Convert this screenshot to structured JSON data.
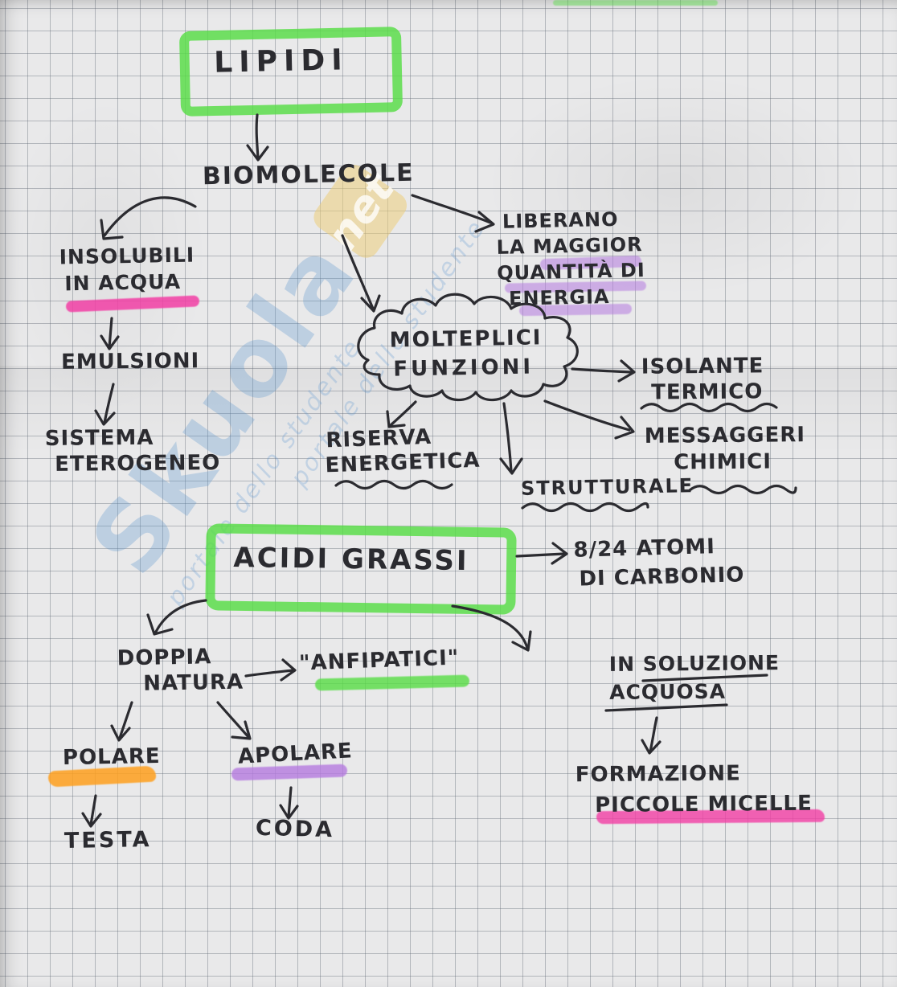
{
  "page": {
    "kind": "handwritten concept map on squared paper",
    "language": "it",
    "subject": "LIPIDI"
  },
  "watermark": {
    "brand": "Skuola",
    "suffix": "net",
    "tagline": "portale dello studente"
  },
  "colors": {
    "ink": "#2B2B30",
    "green_marker": "#57DD45",
    "pink_marker": "#F23FA5",
    "purple_marker": "#B57BE0",
    "orange_marker": "#FFA01E",
    "watermark_blue": "#7FB3DC",
    "paper": "#E9E9EA"
  },
  "nodes": {
    "lipidi": {
      "label": "LIPIDI"
    },
    "biomolecole": {
      "label": "BIOMOLECOLE"
    },
    "liberano": {
      "lines": [
        "LIBERANO",
        "LA MAGGIOR",
        "QUANTITÀ DI",
        "ENERGIA"
      ]
    },
    "insolubili": {
      "lines": [
        "INSOLUBILI",
        "IN ACQUA"
      ]
    },
    "emulsioni": {
      "label": "EMULSIONI"
    },
    "sistema": {
      "lines": [
        "SISTEMA",
        "ETEROGENEO"
      ]
    },
    "funzioni": {
      "lines": [
        "MOLTEPLICI",
        "FUNZIONI"
      ]
    },
    "isolante": {
      "lines": [
        "ISOLANTE",
        "TERMICO"
      ]
    },
    "riserva": {
      "lines": [
        "RISERVA",
        "ENERGETICA"
      ]
    },
    "strutturale": {
      "label": "STRUTTURALE"
    },
    "messaggeri": {
      "lines": [
        "MESSAGGERI",
        "CHIMICI"
      ]
    },
    "acidi_grassi": {
      "label": "ACIDI GRASSI"
    },
    "atomi": {
      "lines": [
        "8/24 ATOMI",
        "DI CARBONIO"
      ]
    },
    "doppia_natura": {
      "lines": [
        "DOPPIA",
        "NATURA"
      ]
    },
    "anfipatici": {
      "label": "\"ANFIPATICI\""
    },
    "in_soluzione": {
      "lines": [
        "IN SOLUZIONE",
        "ACQUOSA"
      ]
    },
    "polare": {
      "label": "POLARE"
    },
    "testa": {
      "label": "TESTA"
    },
    "apolare": {
      "label": "APOLARE"
    },
    "coda": {
      "label": "CODA"
    },
    "formazione": {
      "lines": [
        "FORMAZIONE",
        "PICCOLE MICELLE"
      ]
    }
  },
  "edges": [
    {
      "from": "lipidi",
      "to": "biomolecole"
    },
    {
      "from": "biomolecole",
      "to": "liberano"
    },
    {
      "from": "biomolecole",
      "to": "insolubili"
    },
    {
      "from": "biomolecole",
      "to": "funzioni"
    },
    {
      "from": "insolubili",
      "to": "emulsioni"
    },
    {
      "from": "emulsioni",
      "to": "sistema"
    },
    {
      "from": "funzioni",
      "to": "isolante"
    },
    {
      "from": "funzioni",
      "to": "riserva"
    },
    {
      "from": "funzioni",
      "to": "strutturale"
    },
    {
      "from": "funzioni",
      "to": "messaggeri"
    },
    {
      "from": "acidi_grassi",
      "to": "atomi"
    },
    {
      "from": "acidi_grassi",
      "to": "doppia_natura"
    },
    {
      "from": "acidi_grassi",
      "to": "in_soluzione"
    },
    {
      "from": "doppia_natura",
      "to": "anfipatici"
    },
    {
      "from": "doppia_natura",
      "to": "polare"
    },
    {
      "from": "doppia_natura",
      "to": "apolare"
    },
    {
      "from": "polare",
      "to": "testa"
    },
    {
      "from": "apolare",
      "to": "coda"
    },
    {
      "from": "in_soluzione",
      "to": "formazione"
    }
  ]
}
